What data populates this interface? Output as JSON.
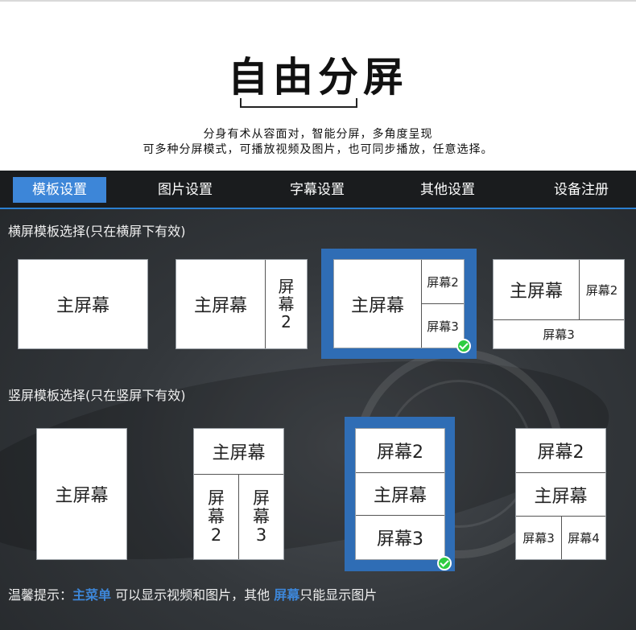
{
  "header": {
    "title": "自由分屏",
    "subtitle_line1": "分身有术从容面对，智能分屏，多角度呈现",
    "subtitle_line2": "可多种分屏模式，可播放视频及图片，也可同步播放，任意选择。"
  },
  "tabs": [
    {
      "label": "模板设置",
      "active": true
    },
    {
      "label": "图片设置",
      "active": false
    },
    {
      "label": "字幕设置",
      "active": false
    },
    {
      "label": "其他设置",
      "active": false
    },
    {
      "label": "设备注册",
      "active": false
    }
  ],
  "landscape": {
    "label": "横屏模板选择(只在横屏下有效)",
    "templates": [
      {
        "cells": [
          "主屏幕"
        ]
      },
      {
        "cells": [
          "主屏幕",
          "屏\n幕\n2"
        ]
      },
      {
        "cells": [
          "主屏幕",
          "屏幕2",
          "屏幕3"
        ],
        "selected": true
      },
      {
        "cells": [
          "主屏幕",
          "屏幕2",
          "屏幕3"
        ]
      }
    ]
  },
  "portrait": {
    "label": "竖屏模板选择(只在竖屏下有效)",
    "templates": [
      {
        "cells": [
          "主屏幕"
        ]
      },
      {
        "cells": [
          "主屏幕",
          "屏\n幕\n2",
          "屏\n幕\n3"
        ]
      },
      {
        "cells": [
          "屏幕2",
          "主屏幕",
          "屏幕3"
        ],
        "selected": true
      },
      {
        "cells": [
          "屏幕2",
          "主屏幕",
          "屏幕3",
          "屏幕4"
        ]
      }
    ]
  },
  "footer": {
    "prefix": "温馨提示：",
    "main_menu": "主菜单",
    "middle": " 可以显示视频和图片，其他 ",
    "screen": "屏幕",
    "suffix": "只能显示图片"
  },
  "colors": {
    "accent": "#3d86d8",
    "selected_frame": "#2f6db5",
    "check": "#2ecc40",
    "panel_bg": "#33373b"
  },
  "icons": {
    "check": "check-circle-icon"
  }
}
